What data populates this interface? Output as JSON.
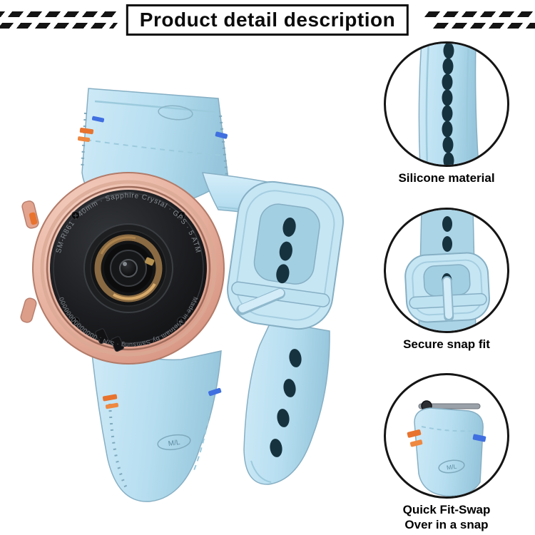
{
  "header": {
    "title": "Product detail description"
  },
  "watch": {
    "ring_text_top": "SM-R861 · 40mm · Sapphire Crystal · GPS · 5 ATM",
    "ring_text_bottom": "Made in Vietnam by Samsung · S/N : 00000000000000",
    "band_size_stamp": "M/L"
  },
  "callouts": [
    {
      "label": "Silicone material"
    },
    {
      "label": "Secure snap fit"
    },
    {
      "label": "Quick Fit-Swap",
      "label_line2": "Over in a snap"
    }
  ],
  "colors": {
    "band_blue": "#b6def0",
    "band_shadow": "#97c6dc",
    "hole_dark": "#16323f",
    "case_rose_gold": "#e7b09e",
    "plate_black": "#1c1d20",
    "accent_orange": "#e8732e",
    "accent_blue": "#3f6fe0",
    "text_black": "#0b0b0b"
  }
}
